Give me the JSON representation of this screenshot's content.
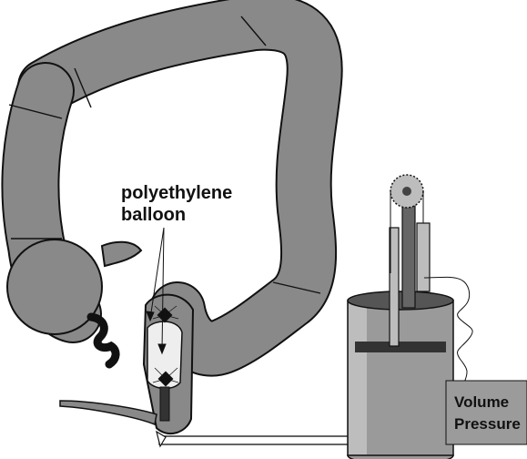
{
  "diagram": {
    "balloon_label": {
      "line1": "polyethylene",
      "line2": "balloon"
    },
    "recorder_box": {
      "line1": "Volume",
      "line2": "Pressure"
    }
  },
  "colors": {
    "colon": "#898989",
    "outline": "#111111",
    "balloon": "#eeeeee",
    "cylinder": "#9a9a9a",
    "cylinder_inner": "#bdbdbd",
    "piston": "#333333",
    "recorder_box": "#9b9b9b",
    "background": "#ffffff"
  }
}
